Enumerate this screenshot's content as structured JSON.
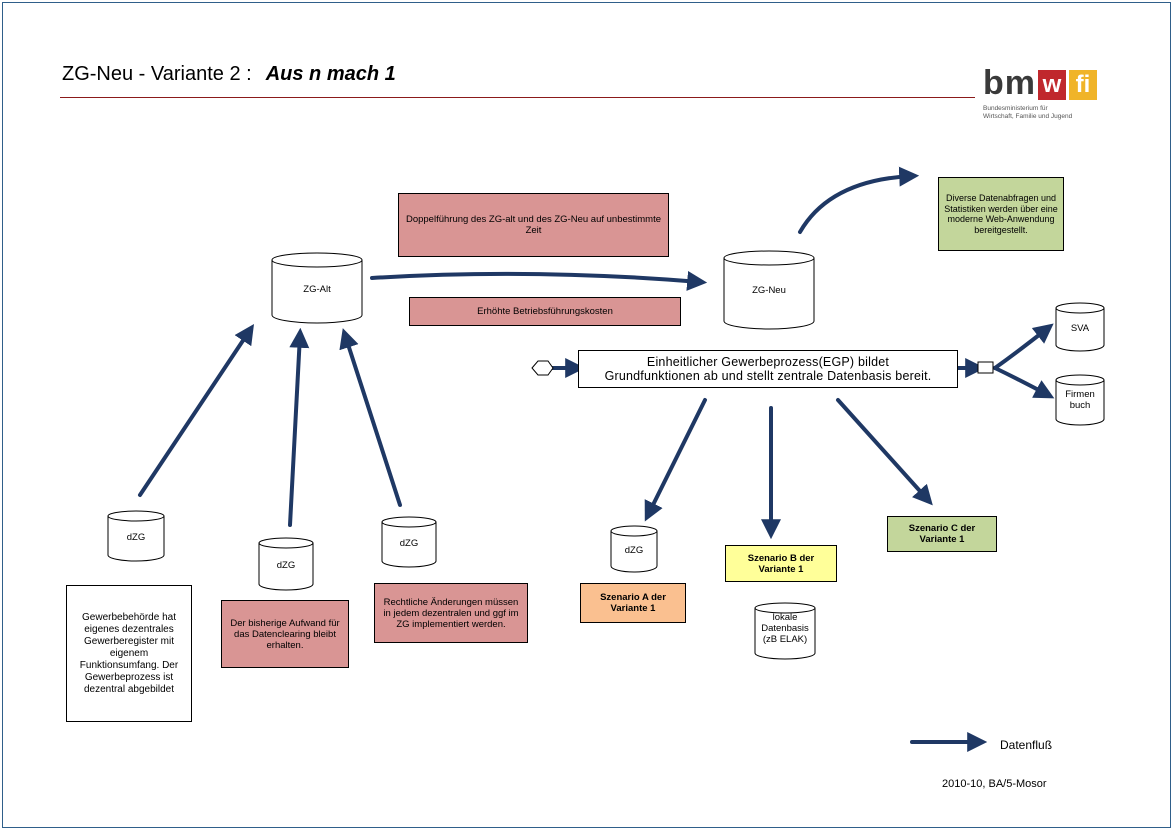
{
  "title": {
    "main": "ZG-Neu - Variante 2 :",
    "emphasis": "Aus n mach 1"
  },
  "logo": {
    "bm": "bm",
    "w": "w",
    "fi": "fi",
    "subtitle_line1": "Bundesministerium für",
    "subtitle_line2": "Wirtschaft, Familie und Jugend",
    "colors": {
      "w": "#c0282d",
      "fi": "#f0b429"
    }
  },
  "databases": {
    "zg_alt": "ZG-Alt",
    "zg_neu": "ZG-Neu",
    "dzg_1": "dZG",
    "dzg_2": "dZG",
    "dzg_3": "dZG",
    "dzg_4": "dZG",
    "sva": "SVA",
    "firmenbuch": "Firmen buch",
    "lokale_line1": "lokale",
    "lokale_line2": "Datenbasis",
    "lokale_line3": "(zB ELAK)"
  },
  "boxes": {
    "doppelfuehrung": "Doppelführung des ZG-alt und des ZG-Neu auf unbestimmte Zeit",
    "betriebskosten": "Erhöhte Betriebsführungskosten",
    "datenabfragen": "Diverse Datenabfragen und Statistiken werden über eine moderne Web-Anwendung bereitgestellt.",
    "egp_line1": "Einheitlicher Gewerbeprozess(EGP) bildet",
    "egp_line2": "Grundfunktionen ab und stellt zentrale Datenbasis bereit.",
    "gewerbebehoerde": "Gewerbebehörde hat eigenes dezentrales Gewerberegister mit eigenem Funktionsumfang. Der Gewerbeprozess ist dezentral abgebildet",
    "aufwand": "Der bisherige Aufwand für das Datenclearing bleibt erhalten.",
    "rechtliche": "Rechtliche Änderungen müssen in jedem dezentralen und ggf im ZG implementiert werden.",
    "szenario_a": "Szenario A der Variante 1",
    "szenario_b": "Szenario B der Variante 1",
    "szenario_c": "Szenario C der Variante 1"
  },
  "legend": {
    "label": "Datenfluß"
  },
  "footer": "2010-10, BA/5-Mosor",
  "colors": {
    "arrow": "#1f3864",
    "red_box": "#d99594",
    "green_box": "#c3d69b",
    "yellow_box": "#ffff99",
    "orange_box": "#fac090",
    "rule": "#8b1a1a"
  }
}
